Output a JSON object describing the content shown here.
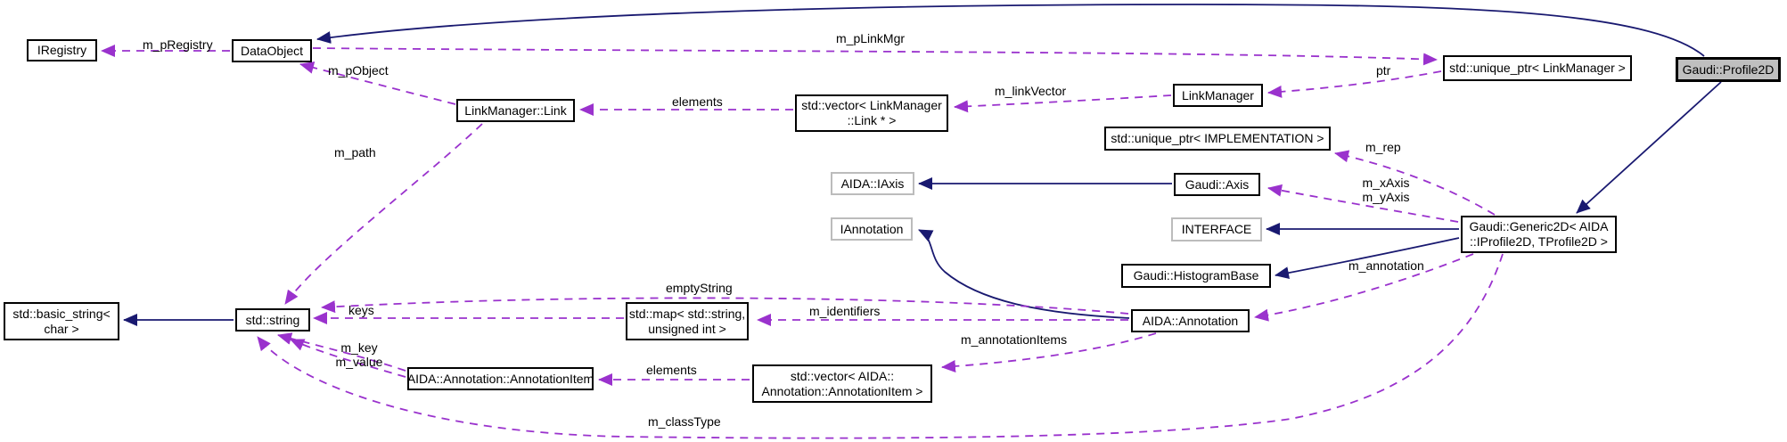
{
  "diagram": {
    "kind": "doxygen-collaboration-graph",
    "colors": {
      "inheritance_edge": "#191970",
      "usage_edge": "#9a32cd",
      "node_border": "#000000",
      "external_node_border": "#bcbcbc",
      "current_node_fill": "#bfbfbf",
      "background": "#ffffff"
    },
    "nodes": {
      "iregistry": {
        "label": "IRegistry"
      },
      "dataobject": {
        "label": "DataObject"
      },
      "link": {
        "label": "LinkManager::Link"
      },
      "vector_link": {
        "line1": "std::vector< LinkManager",
        "line2": "::Link * >"
      },
      "linkmanager": {
        "label": "LinkManager"
      },
      "uptr_linkmanager": {
        "label": "std::unique_ptr< LinkManager >"
      },
      "profile2d": {
        "label": "Gaudi::Profile2D"
      },
      "uptr_impl": {
        "label": "std::unique_ptr< IMPLEMENTATION >"
      },
      "aida_iaxis": {
        "label": "AIDA::IAxis"
      },
      "gaudi_axis": {
        "label": "Gaudi::Axis"
      },
      "interface": {
        "label": "INTERFACE"
      },
      "iannotation": {
        "label": "IAnnotation"
      },
      "histogrambase": {
        "label": "Gaudi::HistogramBase"
      },
      "generic2d": {
        "line1": "Gaudi::Generic2D< AIDA",
        "line2": "::IProfile2D, TProfile2D >"
      },
      "annotation": {
        "label": "AIDA::Annotation"
      },
      "basic_string": {
        "line1": "std::basic_string<",
        "line2": "char >"
      },
      "stdstring": {
        "label": "std::string"
      },
      "map": {
        "line1": "std::map< std::string,",
        "line2": "unsigned int >"
      },
      "annotationitem": {
        "label": "AIDA::Annotation::AnnotationItem"
      },
      "vector_annitem": {
        "line1": "std::vector< AIDA::",
        "line2": "Annotation::AnnotationItem >"
      }
    },
    "edge_labels": {
      "m_pRegistry": "m_pRegistry",
      "m_pObject": "m_pObject",
      "m_pLinkMgr": "m_pLinkMgr",
      "ptr": "ptr",
      "m_linkVector": "m_linkVector",
      "elements_links": "elements",
      "m_path": "m_path",
      "m_rep": "m_rep",
      "m_xAxis": "m_xAxis",
      "m_yAxis": "m_yAxis",
      "m_annotation": "m_annotation",
      "m_identifiers": "m_identifiers",
      "emptyString": "emptyString",
      "keys": "keys",
      "m_key": "m_key",
      "m_value": "m_value",
      "m_annotationItems": "m_annotationItems",
      "elements_items": "elements",
      "m_classType": "m_classType"
    }
  }
}
